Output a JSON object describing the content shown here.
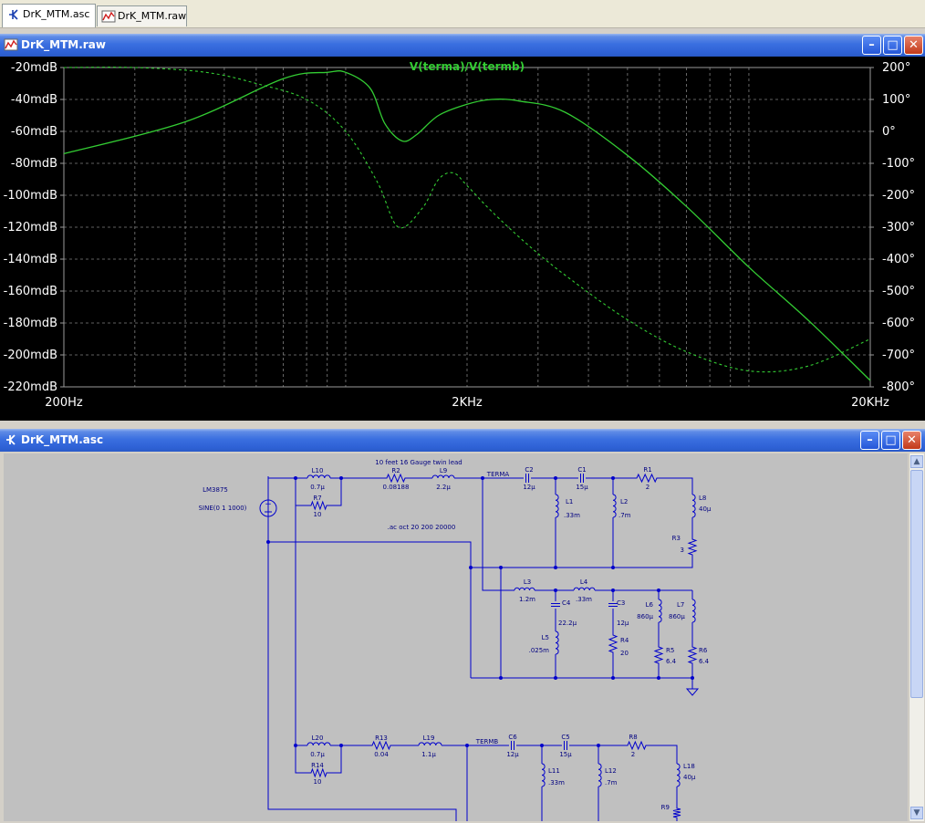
{
  "tabs": [
    {
      "label": "DrK_MTM.asc",
      "icon": "schematic-icon",
      "active": true
    },
    {
      "label": "DrK_MTM.raw",
      "icon": "waveform-icon",
      "active": false
    }
  ],
  "plot_window": {
    "title": "DrK_MTM.raw",
    "icon": "waveform-icon",
    "trace_label": "V(terma)/V(termb)",
    "colors": {
      "background": "#000000",
      "grid": "#808080",
      "trace": "#33cc33",
      "labels": "#ffffff",
      "trace_label": "#33cc33"
    }
  },
  "chart_data": {
    "type": "line",
    "title": "V(terma)/V(termb)",
    "xscale": "log",
    "xlim": [
      200,
      20000
    ],
    "x_tick_labels": [
      "200Hz",
      "2KHz",
      "20KHz"
    ],
    "y_left_tick_labels": [
      "-20mdB",
      "-40mdB",
      "-60mdB",
      "-80mdB",
      "-100mdB",
      "-120mdB",
      "-140mdB",
      "-160mdB",
      "-180mdB",
      "-200mdB",
      "-220mdB"
    ],
    "ylim_left": [
      -220,
      -20
    ],
    "y_right_tick_labels": [
      "200°",
      "100°",
      "0°",
      "-100°",
      "-200°",
      "-300°",
      "-400°",
      "-500°",
      "-600°",
      "-700°",
      "-800°"
    ],
    "ylim_right": [
      -800,
      200
    ],
    "grid": true,
    "series": [
      {
        "line": "solid",
        "axis": "left",
        "x": [
          200,
          400,
          700,
          900,
          1000,
          1150,
          1250,
          1380,
          1500,
          1700,
          2000,
          2300,
          2700,
          3500,
          5000,
          7000,
          10000,
          14000,
          20000
        ],
        "y": [
          -74,
          -54,
          -27,
          -23,
          -23,
          -33,
          -55,
          -66,
          -62,
          -50,
          -43,
          -40,
          -41,
          -48,
          -75,
          -107,
          -145,
          -178,
          -216
        ]
      },
      {
        "line": "dashed",
        "axis": "right",
        "x": [
          200,
          300,
          450,
          600,
          800,
          1000,
          1200,
          1350,
          1550,
          1700,
          1850,
          2000,
          2300,
          2800,
          3500,
          5000,
          7000,
          10000,
          14000,
          20000
        ],
        "y": [
          200,
          200,
          185,
          150,
          100,
          0,
          -160,
          -300,
          -240,
          -150,
          -130,
          -170,
          -250,
          -350,
          -450,
          -590,
          -690,
          -750,
          -735,
          -650
        ]
      }
    ]
  },
  "schematic_window": {
    "title": "DrK_MTM.asc",
    "icon": "schematic-icon",
    "colors": {
      "background": "#c0c0c0",
      "wire": "#0000cc",
      "text": "#000080"
    },
    "directive": ".ac oct 20 200 20000",
    "comment": "10 feet 16 Gauge twin lead",
    "source_name": "LM3875",
    "source_value": "SINE(0 1 1000)",
    "components": {
      "L10": {
        "name": "L10",
        "value": "0.7µ"
      },
      "R7": {
        "name": "R7",
        "value": "10"
      },
      "R2": {
        "name": "R2",
        "value": "0.08188"
      },
      "L9": {
        "name": "L9",
        "value": "2.2µ"
      },
      "TERMA": {
        "name": "TERMA"
      },
      "C2": {
        "name": "C2",
        "value": "12µ"
      },
      "C1": {
        "name": "C1",
        "value": "15µ"
      },
      "R1": {
        "name": "R1",
        "value": "2"
      },
      "L1": {
        "name": "L1",
        "value": ".33m"
      },
      "L2": {
        "name": "L2",
        "value": ".7m"
      },
      "L8": {
        "name": "L8",
        "value": "40µ"
      },
      "R3": {
        "name": "R3",
        "value": "3"
      },
      "L3": {
        "name": "L3",
        "value": "1.2m"
      },
      "L4": {
        "name": "L4",
        "value": ".33m"
      },
      "C4": {
        "name": "C4",
        "value": "22.2µ"
      },
      "C3": {
        "name": "C3",
        "value": "12µ"
      },
      "L6": {
        "name": "L6",
        "value": "860µ"
      },
      "L7": {
        "name": "L7",
        "value": "860µ"
      },
      "L5": {
        "name": "L5",
        "value": ".025m"
      },
      "R4": {
        "name": "R4",
        "value": "20"
      },
      "R5": {
        "name": "R5",
        "value": "6.4"
      },
      "R6": {
        "name": "R6",
        "value": "6.4"
      },
      "L20": {
        "name": "L20",
        "value": "0.7µ"
      },
      "R14": {
        "name": "R14",
        "value": "10"
      },
      "R13": {
        "name": "R13",
        "value": "0.04"
      },
      "L19": {
        "name": "L19",
        "value": "1.1µ"
      },
      "TERMB": {
        "name": "TERMB"
      },
      "C6": {
        "name": "C6",
        "value": "12µ"
      },
      "C5": {
        "name": "C5",
        "value": "15µ"
      },
      "R8": {
        "name": "R8",
        "value": "2"
      },
      "L11": {
        "name": "L11",
        "value": ".33m"
      },
      "L12": {
        "name": "L12",
        "value": ".7m"
      },
      "L18": {
        "name": "L18",
        "value": "40µ"
      },
      "R9": {
        "name": "R9"
      }
    }
  }
}
